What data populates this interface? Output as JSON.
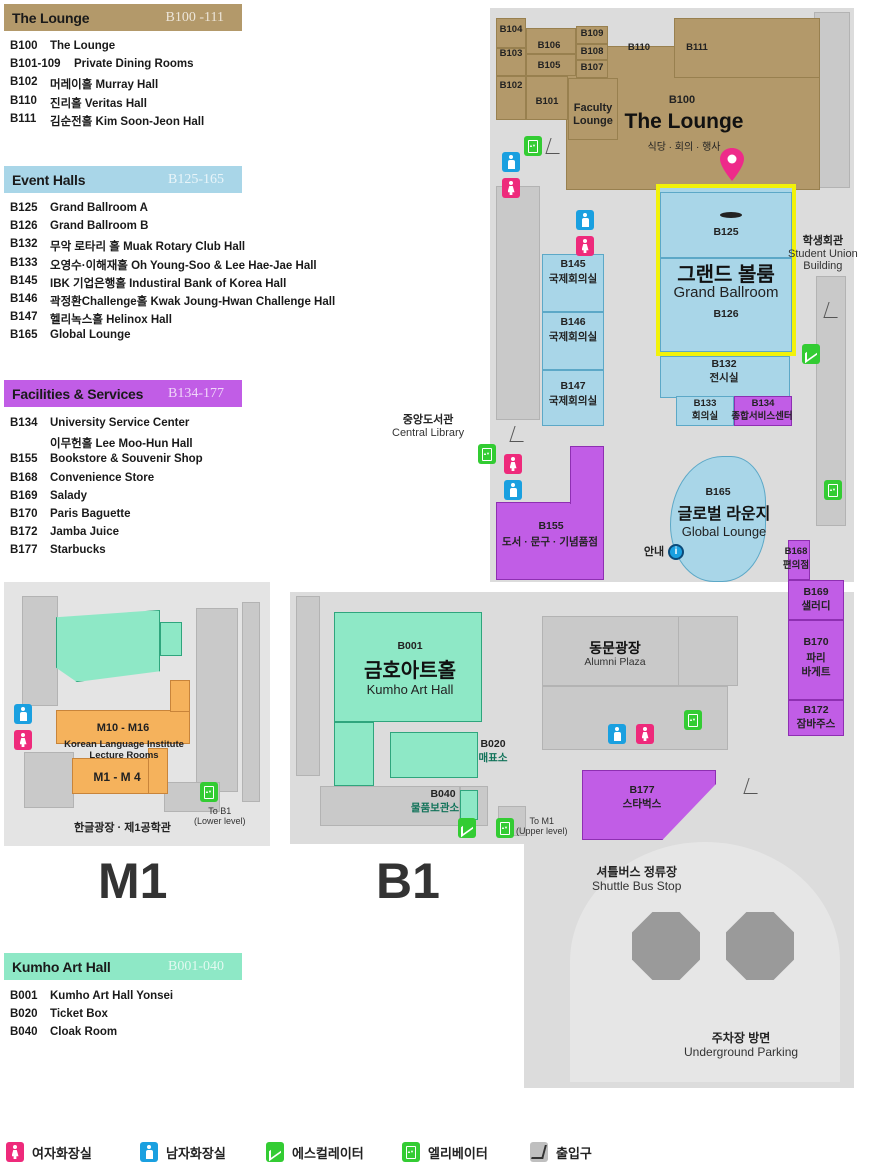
{
  "lounge": {
    "title": "The Lounge",
    "range": "B100 -111",
    "color": "#b3996a",
    "items": [
      {
        "code": "B100",
        "name": "The Lounge"
      },
      {
        "code": "B101-109",
        "name": "Private Dining Rooms"
      },
      {
        "code": "B102",
        "name": "머레이홀  Murray Hall"
      },
      {
        "code": "B110",
        "name": "진리홀  Veritas Hall"
      },
      {
        "code": "B111",
        "name": "김순전홀  Kim Soon-Jeon Hall"
      }
    ]
  },
  "event_halls": {
    "title": "Event Halls",
    "range": "B125-165",
    "color": "#a9d6e8",
    "items": [
      {
        "code": "B125",
        "name": "Grand Ballroom A"
      },
      {
        "code": "B126",
        "name": "Grand Ballroom B"
      },
      {
        "code": "B132",
        "name": "무악 로타리 홀  Muak Rotary Club Hall"
      },
      {
        "code": "B133",
        "name": "오영수·이해재홀  Oh Young-Soo & Lee Hae-Jae Hall"
      },
      {
        "code": "B145",
        "name": "IBK 기업은행홀  Industiral Bank of Korea Hall"
      },
      {
        "code": "B146",
        "name": "곽정환Challenge홀  Kwak Joung-Hwan Challenge Hall"
      },
      {
        "code": "B147",
        "name": "헬리녹스홀  Helinox Hall"
      },
      {
        "code": "B165",
        "name": "Global Lounge"
      }
    ]
  },
  "facilities": {
    "title": "Facilities & Services",
    "range": "B134-177",
    "color": "#c15de6",
    "items": [
      {
        "code": "B134",
        "name": "University Service Center"
      },
      {
        "code": "",
        "name": "이무헌홀 Lee Moo-Hun Hall"
      },
      {
        "code": "B155",
        "name": "Bookstore & Souvenir Shop"
      },
      {
        "code": "B168",
        "name": "Convenience Store"
      },
      {
        "code": "B169",
        "name": "Salady"
      },
      {
        "code": "B170",
        "name": "Paris Baguette"
      },
      {
        "code": "B172",
        "name": "Jamba Juice"
      },
      {
        "code": "B177",
        "name": "Starbucks"
      }
    ]
  },
  "kumho": {
    "title": "Kumho Art Hall",
    "range": "B001-040",
    "color": "#8ee8c6",
    "items": [
      {
        "code": "B001",
        "name": "Kumho Art Hall Yonsei"
      },
      {
        "code": "B020",
        "name": "Ticket Box"
      },
      {
        "code": "B040",
        "name": "Cloak Room"
      }
    ]
  },
  "m1": {
    "floor_label": "M1",
    "rooms_upper": "M10 - M16",
    "rooms_upper_name": "Korean Language Institute",
    "rooms_lower_name": "Lecture Rooms",
    "rooms_lower": "M1 - M 4",
    "to_b1": "To B1",
    "to_b1_sub": "(Lower level)",
    "building": "한글광장 · 제1공학관"
  },
  "b1": {
    "floor_label": "B1",
    "rooms": {
      "b104": "B104",
      "b103": "B103",
      "b102": "B102",
      "b106": "B106",
      "b105": "B105",
      "b109": "B109",
      "b108": "B108",
      "b107": "B107",
      "b110": "B110",
      "b111": "B111",
      "b101": "B101",
      "faculty_lounge": "Faculty Lounge",
      "b100": "B100",
      "lounge_name": "The Lounge",
      "lounge_ko": "식당 · 회의 · 행사",
      "b125": "B125",
      "ballroom_ko": "그랜드 볼룸",
      "ballroom_en": "Grand Ballroom",
      "b126": "B126",
      "b145": "B145",
      "b146": "B146",
      "b147": "B147",
      "intl_conf": "국제회의실",
      "b132": "B132",
      "b132_sub": "전시실",
      "b133": "B133",
      "b133_sub": "회의실",
      "b134": "B134",
      "b134_sub": "종합서비스센터",
      "b165": "B165",
      "global_ko": "글로벌 라운지",
      "global_en": "Global Lounge",
      "info": "안내",
      "b155": "B155",
      "b155_sub": "도서 · 문구 · 기념품점",
      "b168": "B168",
      "b168_sub": "편의점",
      "b169": "B169",
      "b169_sub": "샐러디",
      "b170": "B170",
      "b170_sub1": "파리",
      "b170_sub2": "바게트",
      "b172": "B172",
      "b172_sub": "잠바주스",
      "b177": "B177",
      "b177_sub": "스타벅스",
      "b001": "B001",
      "kumho_ko": "금호아트홀",
      "kumho_en": "Kumho Art Hall",
      "b020": "B020",
      "b020_sub": "매표소",
      "b040": "B040",
      "b040_sub": "물품보관소",
      "alumni_ko": "동문광장",
      "alumni_en": "Alumni Plaza",
      "to_m1": "To M1",
      "to_m1_sub": "(Upper level)"
    },
    "external": {
      "student_union_ko": "학생회관",
      "student_union_en1": "Student Union",
      "student_union_en2": "Building",
      "central_library_ko": "중앙도서관",
      "central_library_en": "Central Library",
      "shuttle_ko": "셔틀버스 정류장",
      "shuttle_en": "Shuttle Bus Stop",
      "parking_ko": "주차장 방면",
      "parking_en": "Underground Parking"
    }
  },
  "legend_key": {
    "women": "여자화장실",
    "men": "남자화장실",
    "escalator": "에스컬레이터",
    "elevator": "엘리베이터",
    "entrance": "출입구"
  },
  "colors": {
    "lounge": "#b3996a",
    "event": "#a9d6e8",
    "facility": "#c15de6",
    "kumho": "#8ee8c6",
    "m1_rooms": "#f5b25c",
    "highlight": "#f2f20a",
    "marker": "#ee2a8a",
    "women_icon": "#ee2a7b",
    "men_icon": "#1aa0e0",
    "escalator_icon": "#33cc33"
  },
  "icons": [
    "women-restroom-icon",
    "men-restroom-icon",
    "escalator-icon",
    "elevator-icon",
    "entrance-icon",
    "info-icon",
    "location-pin-icon"
  ]
}
